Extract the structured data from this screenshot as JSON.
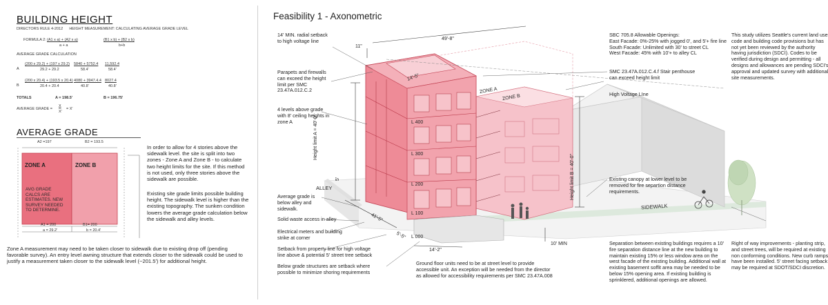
{
  "left": {
    "building_height_title": "BUILDING HEIGHT",
    "directors_rule": "DIRECTORS RULE 4-2012      HEIGHT MEASUREMENT: CALCULATING AVERAGE GRADE LEVEL",
    "formula_label": "FORMULA 2:",
    "formula_expr1": "(A1 x a) + (A2 x a)",
    "formula_den1": "a + a",
    "formula_expr2": "(B1 x b) + (B2 x b)",
    "formula_den2": "b+b",
    "avg_calc_title": "AVERAGE GRADE CALCULATION",
    "row_a_label": "A",
    "row_a_expr": "(200 x 29.2) + (197 x 29.2)",
    "row_a_den": "29.2 + 29.2",
    "row_a_step": "5840 + 5752.4",
    "row_a_step_den": "58.4'",
    "row_a_result": "11,592.4",
    "row_a_result_den": "58.4'",
    "row_b_label": "B",
    "row_b_expr": "(200 x 20.4) + (193.5 x 20.4)",
    "row_b_den": "20.4 + 20.4",
    "row_b_step": "4080 + 3947.4.4",
    "row_b_step_den": "40.8'",
    "row_b_result": "8027.4",
    "row_b_result_den": "40.8'",
    "totals_label": "TOTALS",
    "total_a": "A = 198.5'",
    "total_b": "B = 196.75'",
    "avg_grade_label": "AVERAGE GRADE =",
    "avg_grade_x": "X",
    "avg_grade_den": "X'",
    "avg_grade_result": "= X'",
    "average_grade_title": "AVERAGE GRADE",
    "a2_label": "A2 =197",
    "b2_label": "B2 = 193.5",
    "zone_a": "ZONE A",
    "zone_b": "ZONE B",
    "zone_note": "AVG GRADE\nCALCS ARE\nESTIMATES. NEW\nSURVEY NEEDED\nTO DETERMINE.",
    "a1_label": "A1 = 200",
    "b1_label": "B1= 200",
    "dim_a": "a = 29.2'",
    "dim_b": "b = 20.4'",
    "para1": "In order to allow for 4 stories above the sidewalk level. the site is split into two zones - Zone A and Zone B - to calculate two height limits for the site. If this method is not used, only three stories above the sidewalk are possible.",
    "para2": "Existing site grade limits possible building height. The sidewalk level is higher than the existing topography. The sunken condition lowers the average grade calculation below the sidewalk and alley levels.",
    "bottom_note": "Zone A measurement may need to be taken closer to sidewalk due to existing drop off (pending favorable survey). An entry level awning structure that extends closer to the sidewalk could be used to justify a measurement taken closer to the sidewalk level (~201.5') for additional height."
  },
  "right": {
    "title": "Feasibility 1 - Axonometric",
    "n_setback": "14' MIN. radial setback\nto high voltage line",
    "n_parapets": "Parapets and firewalls\ncan exceed the height\nlimit per SMC\n23.47A.012.C.2",
    "n_levels": "4 levels above grade\nwith 8' ceiling heights in\nzone A",
    "n_avggrade": "Average grade is\nbelow alley and\nsidewalk.",
    "n_waste": "Solid waste access in alley",
    "n_electric": "Electrical meters and building\nstrike at corner",
    "n_setback_line": "Setback from property line for high voltage\nline above & potential 5' street tree setback",
    "n_below": "Below grade structures are setback where\npossible to minimize shoring requirements",
    "n_ground": "Ground floor units need to be at street level to provide\naccessible unit. An exception will be needed from the director\nas allowed for accessibility requirements per SMC 23.47A.008",
    "n_sbc": "SBC 705.8 Allowable Openings:\nEast Facade: 0%-25% with jogged 0', and 5'+ fire line\nSouth Facade: Unlimited with 30' to street CL\nWest Facade: 45% with 10'+ to alley CL",
    "n_stair": "SMC 23.47A.012.C.4.f Stair penthouse\ncan exceed height limit",
    "n_hv": "High Voltage LIne",
    "n_canopy": "Existing canopy at lower level to be\nremoved for fire separtion distance\nrequirements.",
    "n_separation": "Separation between existing buildings requires a 10'\nfire separation distance line at the new building to\nmaintain existing 15% or less window area on the\nwest facade of the existing building. Additional wall at\nexisting basement soffit area may be needed to be\nbelow 15% opening area. If existing building is\nsprinklered, additional openings are allowed.",
    "n_study": "This study utilizes Seattle's current land use\ncode and building code provisions but has\nnot yet been reviewed by the authority\nhaving jurisdiction (SDCI). Codes to be\nverified during design and permitting - all\ndesigns and allowances are pending SDCI's\napproval and updated survey with additional\nsite measurements.",
    "n_row": "Right of way improvements - planting strip,\nand street trees, will be required at existing\nnon conforming conditions. New curb ramps\nhave been installed. 5' street facing setback\nmay be required at SDOT/SDCI discretion.",
    "dim_11": "11\"",
    "dim_49": "49'-8\"",
    "dim_14_5": "14'-5\"",
    "dim_41_5": "41'-5\"",
    "dim_5_5": "5'-5\"",
    "dim_14_2": "14'-2\"",
    "dim_10min": "10' MIN",
    "dim_5": "5'",
    "height_a": "Height limit A = 40'-0\"",
    "height_b": "Height limit B = 40'-0\"",
    "zone_a": "ZONE A",
    "zone_b": "ZONE B",
    "l400": "L 400",
    "l300": "L 300",
    "l200": "L 200",
    "l100": "L 100",
    "l000": "L 000",
    "alley": "ALLEY",
    "sidewalk": "SIDEWALK"
  }
}
